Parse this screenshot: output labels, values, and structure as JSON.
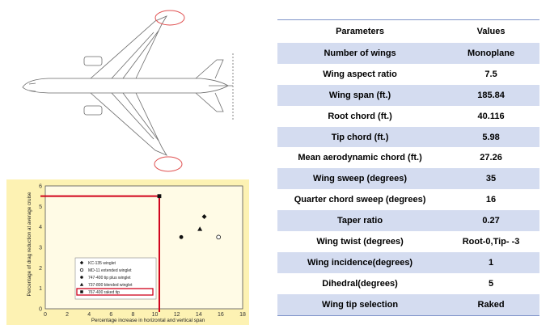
{
  "table": {
    "header": {
      "param": "Parameters",
      "value": "Values"
    },
    "rows": [
      {
        "param": "Number of wings",
        "value": "Monoplane"
      },
      {
        "param": "Wing aspect ratio",
        "value": "7.5"
      },
      {
        "param": "Wing span (ft.)",
        "value": "185.84"
      },
      {
        "param": "Root chord (ft.)",
        "value": "40.116"
      },
      {
        "param": "Tip chord (ft.)",
        "value": "5.98"
      },
      {
        "param": "Mean aerodynamic chord (ft.)",
        "value": "27.26"
      },
      {
        "param": "Wing sweep (degrees)",
        "value": "35"
      },
      {
        "param": "Quarter chord sweep (degrees)",
        "value": "16"
      },
      {
        "param": "Taper ratio",
        "value": "0.27"
      },
      {
        "param": "Wing twist (degrees)",
        "value": "Root-0,Tip- -3"
      },
      {
        "param": "Wing incidence(degrees)",
        "value": "1"
      },
      {
        "param": "Dihedral(degrees)",
        "value": "5"
      },
      {
        "param": "Wing tip selection",
        "value": "Raked"
      }
    ]
  },
  "colors": {
    "row_band": "#d4dcf0",
    "table_rule": "#7f93c9",
    "highlight": "#d0021b",
    "chart_bg": "#fdf2b3"
  },
  "chart_data": {
    "type": "scatter",
    "title": "",
    "xlabel": "Percentage increase in horizontal and vertical span",
    "ylabel": "Percentage of drag reduction at average cruise",
    "xlim": [
      0,
      18
    ],
    "ylim": [
      0,
      6
    ],
    "xticks": [
      "0",
      "2",
      "4",
      "6",
      "8",
      "10",
      "12",
      "14",
      "16",
      "18"
    ],
    "yticks": [
      "0",
      "1",
      "2",
      "3",
      "4",
      "5",
      "6"
    ],
    "grid": true,
    "legend_position": "lower-left",
    "series": [
      {
        "name": "KC-135 winglet",
        "marker": "diamond",
        "points": [
          [
            14.5,
            4.5
          ]
        ]
      },
      {
        "name": "MD-11 extended winglet",
        "marker": "open-circle",
        "points": [
          [
            15.8,
            3.5
          ]
        ]
      },
      {
        "name": "747-400 tip plus winglet",
        "marker": "circle",
        "points": [
          [
            12.4,
            3.5
          ]
        ]
      },
      {
        "name": "737-800 blended winglet",
        "marker": "triangle",
        "points": [
          [
            14.1,
            3.9
          ]
        ]
      },
      {
        "name": "767-400 raked tip",
        "marker": "square",
        "points": [
          [
            10.4,
            5.5
          ]
        ]
      }
    ],
    "highlight": {
      "series": "767-400 raked tip",
      "x": 10.4,
      "y": 5.5
    }
  }
}
